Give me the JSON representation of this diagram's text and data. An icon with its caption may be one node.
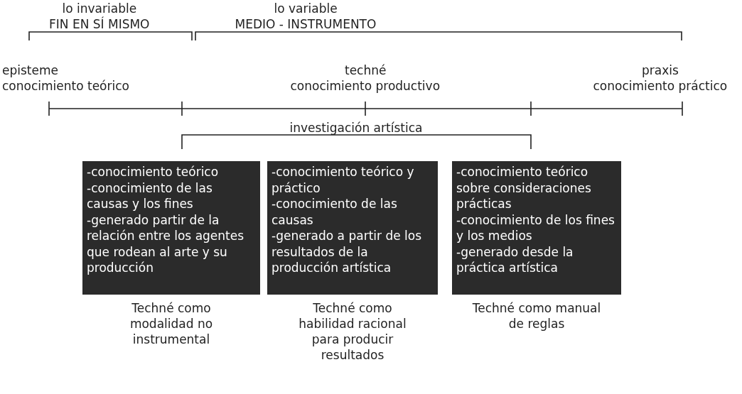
{
  "diagram": {
    "nodes": [
      {
        "text": [
          "-conocimiento teórico",
          "-conocimiento de las causas y los fines",
          "-generado partir de la relación entre los agentes que rodean al arte y su producción"
        ],
        "beside": [
          "Techné como modalidad no instrumental"
        ]
      },
      {
        "text": [
          "-conocimiento teórico y práctico",
          "-conocimiento de las causas",
          "-generado a partir de los resultados de la producción artística"
        ],
        "beside": [
          "Techné como habilidad racional para producir resultados"
        ]
      },
      {
        "text": [
          "-conocimiento teórico sobre consideraciones prácticas",
          "-conocimiento de los fines y los medios",
          "-generado desde la práctica artística"
        ],
        "beside": [
          "Techné como manual de reglas"
        ]
      }
    ],
    "edges": [],
    "labels": [
      "lo invariable",
      "FIN EN SÍ MISMO",
      "lo variable",
      "MEDIO - INSTRUMENTO",
      "episteme",
      "conocimiento teórico",
      "techné",
      "conocimiento productivo",
      "praxis",
      "conocimiento práctico",
      "investigación artística"
    ]
  }
}
